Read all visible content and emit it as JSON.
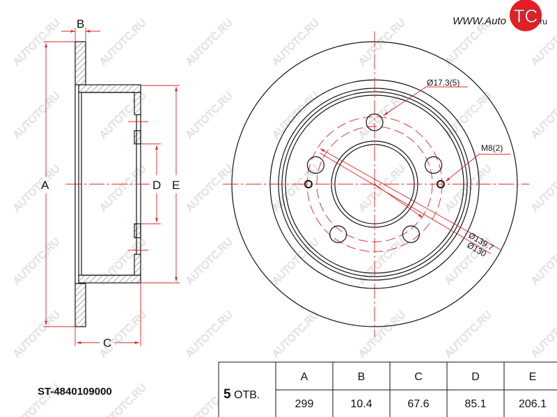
{
  "logo": {
    "prefix": "WWW.Auto",
    "badge": "TC",
    "suffix": ".ru",
    "badge_color": "#e31e24"
  },
  "watermark": "AUTOTC.RU",
  "side_view": {
    "labels": {
      "A": "A",
      "B": "B",
      "C": "C",
      "D": "D",
      "E": "E"
    }
  },
  "front_view": {
    "callouts": {
      "stud_holes": "Ø17.3(5)",
      "threaded_holes": "M8(2)",
      "bolt_circle": "Ø139.7",
      "pilot_circle": "Ø130"
    }
  },
  "part_number": "ST-4840109000",
  "table": {
    "holes_count": "5",
    "holes_unit": "ОТВ.",
    "headers": [
      "A",
      "B",
      "C",
      "D",
      "E"
    ],
    "values": [
      "299",
      "10.4",
      "67.6",
      "85.1",
      "206.1"
    ]
  },
  "colors": {
    "dimension": "#dd2222",
    "outline": "#111111"
  }
}
